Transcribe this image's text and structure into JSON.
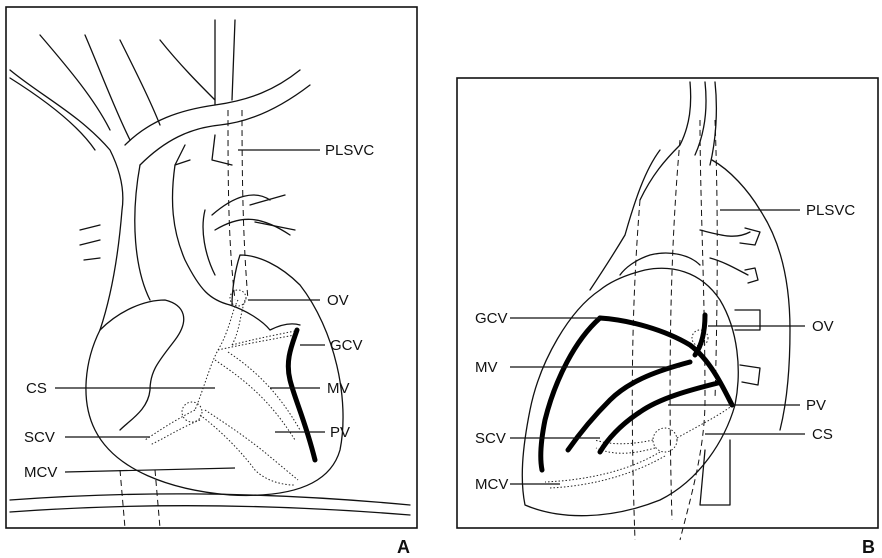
{
  "panel_a": {
    "letter": "A",
    "labels": {
      "plsvc": "PLSVC",
      "ov": "OV",
      "gcv": "GCV",
      "cs": "CS",
      "mv": "MV",
      "scv": "SCV",
      "pv": "PV",
      "mcv": "MCV"
    }
  },
  "panel_b": {
    "letter": "B",
    "labels": {
      "plsvc": "PLSVC",
      "gcv": "GCV",
      "ov": "OV",
      "mv": "MV",
      "pv": "PV",
      "scv": "SCV",
      "cs": "CS",
      "mcv": "MCV"
    }
  }
}
